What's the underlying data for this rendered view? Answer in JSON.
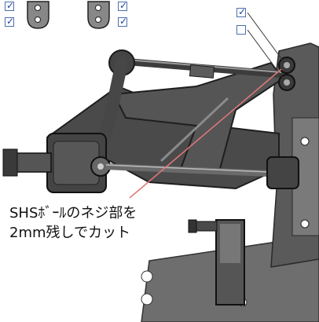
{
  "annotation": {
    "line1": "SHSﾎﾞｰﾙのネジ部を",
    "line2": "2mm残しでカット"
  },
  "checkboxes": [
    {
      "name": "checkbox-top-left-1",
      "checked": true,
      "mark": "✓"
    },
    {
      "name": "checkbox-top-left-2",
      "checked": true,
      "mark": "✓"
    },
    {
      "name": "checkbox-top-mid-1",
      "checked": true,
      "mark": "✓"
    },
    {
      "name": "checkbox-top-mid-2",
      "checked": true,
      "mark": "✓"
    },
    {
      "name": "checkbox-upper-mount",
      "checked": true,
      "mark": "✓"
    },
    {
      "name": "checkbox-lower-mount",
      "checked": false,
      "mark": ""
    }
  ],
  "colors": {
    "part_dark": "#3b3b3b",
    "part_mid": "#5e5e5e",
    "part_light": "#9a9a9a",
    "leader_red": "#e07878",
    "check_blue": "#1a3fa0"
  }
}
